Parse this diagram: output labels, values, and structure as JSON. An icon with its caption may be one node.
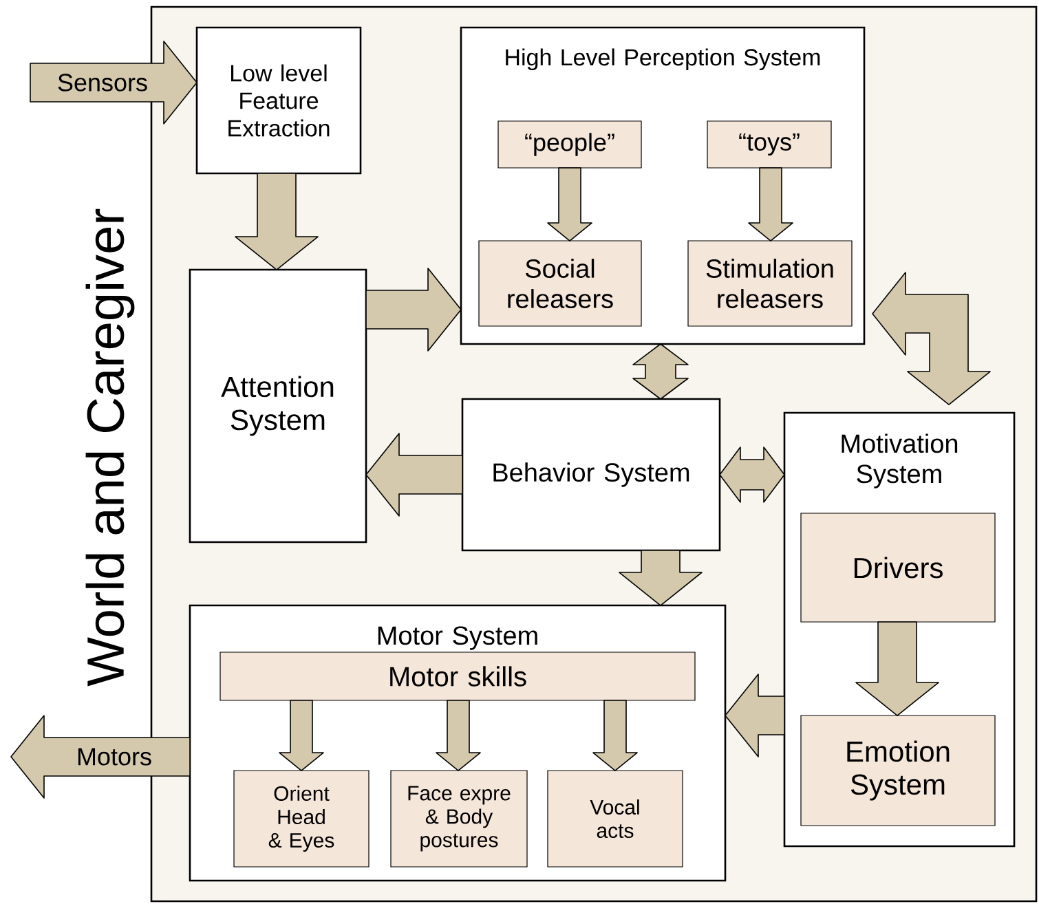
{
  "diagram": {
    "nodes": [
      {
        "text": [
          "World and Caregiver"
        ]
      },
      {
        "text": [
          "Low level Feature Extraction"
        ],
        "in": 0
      },
      {
        "text": [
          "High Level Perception System"
        ],
        "in": 0
      },
      {
        "text": [
          "“people”"
        ],
        "in": 2
      },
      {
        "text": [
          "“toys”"
        ],
        "in": 2
      },
      {
        "text": [
          "Social releasers"
        ],
        "in": 2
      },
      {
        "text": [
          "Stimulation releasers"
        ],
        "in": 2
      },
      {
        "text": [
          "Attention System"
        ],
        "in": 0
      },
      {
        "text": [
          "Behavior System"
        ],
        "in": 0
      },
      {
        "text": [
          "Motivation System"
        ],
        "in": 0
      },
      {
        "text": [
          "Drivers"
        ],
        "in": 9
      },
      {
        "text": [
          "Emotion System"
        ],
        "in": 9
      },
      {
        "text": [
          "Motor System"
        ],
        "in": 0
      },
      {
        "text": [
          "Motor skills"
        ],
        "in": 12
      },
      {
        "text": [
          "Orient Head & Eyes"
        ],
        "in": 12
      },
      {
        "text": [
          "Face expre & Body postures"
        ],
        "in": 12
      },
      {
        "text": [
          "Vocal acts"
        ],
        "in": 12
      }
    ],
    "edges": [
      {
        "from": null,
        "to": 1,
        "arrow": "to",
        "label": "Sensors"
      },
      {
        "from": 1,
        "to": 7,
        "arrow": "to"
      },
      {
        "from": 7,
        "to": 2,
        "arrow": "to"
      },
      {
        "from": 3,
        "to": 5,
        "arrow": "to"
      },
      {
        "from": 4,
        "to": 6,
        "arrow": "to"
      },
      {
        "from": 2,
        "to": 8,
        "arrow": "both"
      },
      {
        "from": 2,
        "to": 9,
        "arrow": "both"
      },
      {
        "from": 8,
        "to": 7,
        "arrow": "to"
      },
      {
        "from": 8,
        "to": 9,
        "arrow": "both"
      },
      {
        "from": 8,
        "to": 12,
        "arrow": "to"
      },
      {
        "from": 10,
        "to": 11,
        "arrow": "to"
      },
      {
        "from": 9,
        "to": 12,
        "arrow": "to"
      },
      {
        "from": 13,
        "to": 14,
        "arrow": "to"
      },
      {
        "from": 13,
        "to": 15,
        "arrow": "to"
      },
      {
        "from": 13,
        "to": 16,
        "arrow": "to"
      },
      {
        "from": 12,
        "to": null,
        "arrow": "to",
        "label": "Motors"
      }
    ]
  }
}
